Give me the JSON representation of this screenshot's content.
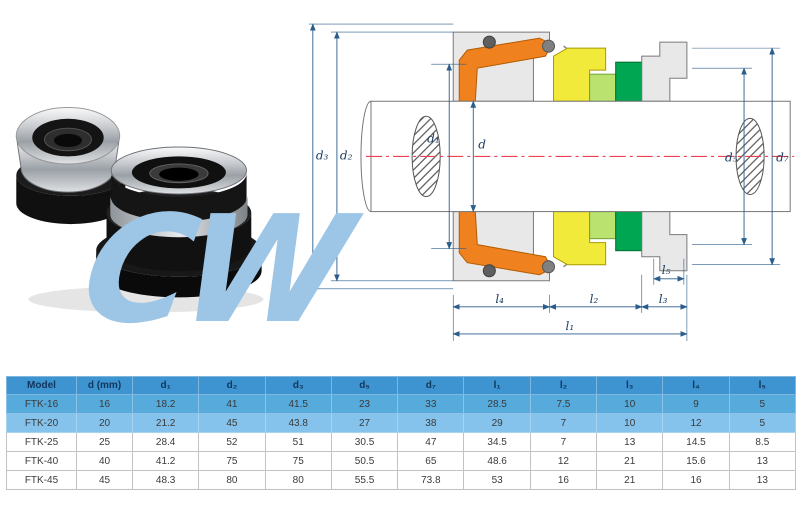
{
  "watermark": {
    "text": "CW"
  },
  "diagram": {
    "labels": {
      "d3": "d₃",
      "d2": "d₂",
      "d1": "d₁",
      "d": "d",
      "d5": "d₅",
      "d7": "d₇",
      "l1": "l₁",
      "l2": "l₂",
      "l3": "l₃",
      "l4": "l₄",
      "l5": "l₅"
    }
  },
  "table": {
    "headers": [
      "Model",
      "d (mm)",
      "d₁",
      "d₂",
      "d₃",
      "d₅",
      "d₇",
      "l₁",
      "l₂",
      "l₃",
      "l₄",
      "l₅"
    ],
    "rows": [
      [
        "FTK-16",
        "16",
        "18.2",
        "41",
        "41.5",
        "23",
        "33",
        "28.5",
        "7.5",
        "10",
        "9",
        "5"
      ],
      [
        "FTK-20",
        "20",
        "21.2",
        "45",
        "43.8",
        "27",
        "38",
        "29",
        "7",
        "10",
        "12",
        "5"
      ],
      [
        "FTK-25",
        "25",
        "28.4",
        "52",
        "51",
        "30.5",
        "47",
        "34.5",
        "7",
        "13",
        "14.5",
        "8.5"
      ],
      [
        "FTK-40",
        "40",
        "41.2",
        "75",
        "75",
        "50.5",
        "65",
        "48.6",
        "12",
        "21",
        "15.6",
        "13"
      ],
      [
        "FTK-45",
        "45",
        "48.3",
        "80",
        "80",
        "55.5",
        "73.8",
        "53",
        "16",
        "21",
        "16",
        "13"
      ]
    ]
  },
  "colors": {
    "header_bg": "#3d94d1",
    "header_text": "#12365a",
    "row1_bg": "#56abdc",
    "row2_bg": "#85c3ec",
    "cell_text": "#3a3a3a",
    "table_border": "#c2c2c2",
    "dim_line": "#2b5d8c",
    "dim_text": "#1d3f66",
    "centerline_red": "#ef4050",
    "accent_orange": "#f0811f",
    "accent_yellow": "#f2ea3a",
    "accent_green_light": "#b9e36e",
    "accent_green_dark": "#00a651",
    "metal_gray": "#e8e8e8",
    "watermark_blue": "#9cc5e6"
  }
}
